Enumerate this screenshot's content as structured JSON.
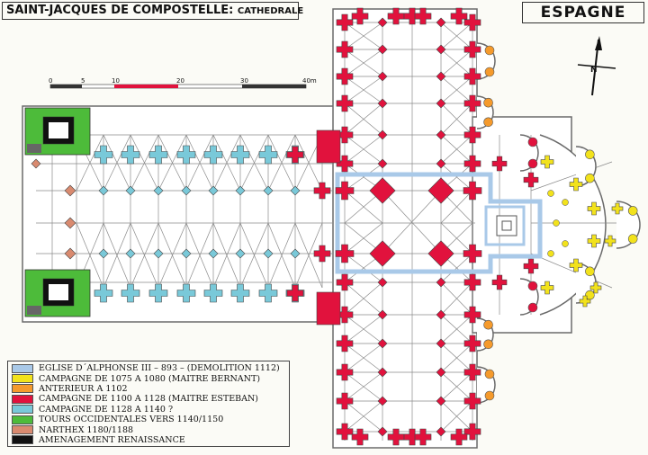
{
  "title": {
    "main": "SAINT-JACQUES DE COMPOSTELLE:",
    "sub": "CATHEDRALE"
  },
  "country": "ESPAGNE",
  "compass": {
    "label": "N"
  },
  "scale": {
    "ticks": [
      "0",
      "5",
      "10",
      "20",
      "30",
      "40m"
    ]
  },
  "legend": [
    {
      "label": "EGLISE D´ALPHONSE III – 893 – (DEMOLITION 1112)",
      "color": "#a9c9e8"
    },
    {
      "label": "CAMPAGNE DE 1075 A 1080 (MAITRE BERNANT)",
      "color": "#f2e21c"
    },
    {
      "label": "ANTERIEUR A 1102",
      "color": "#f59a2c"
    },
    {
      "label": "CAMPAGNE DE 1100 A 1128 (MAITRE ESTEBAN)",
      "color": "#e1123d"
    },
    {
      "label": "CAMPAGNE DE 1128 A 1140 ?",
      "color": "#79c9d9"
    },
    {
      "label": "TOURS OCCIDENTALES VERS 1140/1150",
      "color": "#4dbb3a"
    },
    {
      "label": "NARTHEX 1180/1188",
      "color": "#d98a6f"
    },
    {
      "label": "AMENAGEMENT RENAISSANCE",
      "color": "#111111"
    }
  ],
  "colors": {
    "red": "#e1123d",
    "yellow": "#f2e21c",
    "orange": "#f59a2c",
    "cyan": "#79c9d9",
    "green": "#4dbb3a",
    "narthex": "#d98a6f",
    "blue": "#a9c9e8",
    "line": "#6a6a6a"
  }
}
